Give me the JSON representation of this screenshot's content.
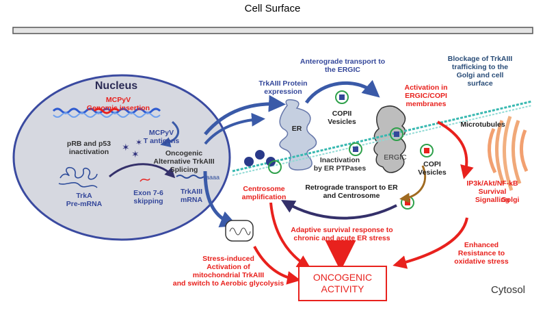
{
  "header": {
    "title": "Cell Surface"
  },
  "nucleus": {
    "title": "Nucleus",
    "genomic_insertion": "MCPyV\nGenomic insertion",
    "t_antigens": "MCPyV\nT antigens",
    "prb_p53": "pRB and p53\ninactivation",
    "oncogenic_splicing": "Oncogenic\nAlternative TrkAIII\nSplicing",
    "exon_skipping": "Exon 7-6\nskipping",
    "trka_premrna": "TrkA\nPre-mRNA",
    "trkaiii_mrna": "TrkAIII\nmRNA",
    "polya": "aaaa"
  },
  "labels": {
    "protein_expression": "TrkAIII Protein\nexpression",
    "anterograde": "Anterograde transport to\nthe ERGIC",
    "blockage": "Blockage of TrkAIII\ntrafficking to the\nGolgi and cell\nsurface",
    "activation_ergic": "Activation in\nERGIC/COPI\nmembranes",
    "copii": "COPII\nVesicles",
    "er": "ER",
    "ergic": "ERGIC",
    "microtubules": "Microtubules",
    "inactivation": "Inactivation\nby ER PTPases",
    "copi": "COPI\nVesicles",
    "survival_signalling": "IP3k/Akt/NF-kB\nSurvival\nSignalling",
    "golgi": "Golgi",
    "centrosome_amp": "Centrosome\namplification",
    "retrograde": "Retrograde transport to ER\nand Centrosome",
    "adaptive": "Adaptive survival  response to\nchronic and acute ER stress",
    "enhanced_resistance": "Enhanced\nResistance to\noxidative stress",
    "stress_induced": "Stress-induced\nActivation of\nmitochondrial TrkAIII\nand switch to Aerobic glycolysis",
    "oncogenic_activity": "ONCOGENIC\nACTIVITY",
    "cytosol": "Cytosol"
  },
  "colors": {
    "red": "#e8211d",
    "blue": "#34479a",
    "arrow_blue": "#3a5aa8",
    "nucleus_fill": "#d6d8e0",
    "microtubule": "#37b8b0",
    "golgi": "#f0a878"
  }
}
